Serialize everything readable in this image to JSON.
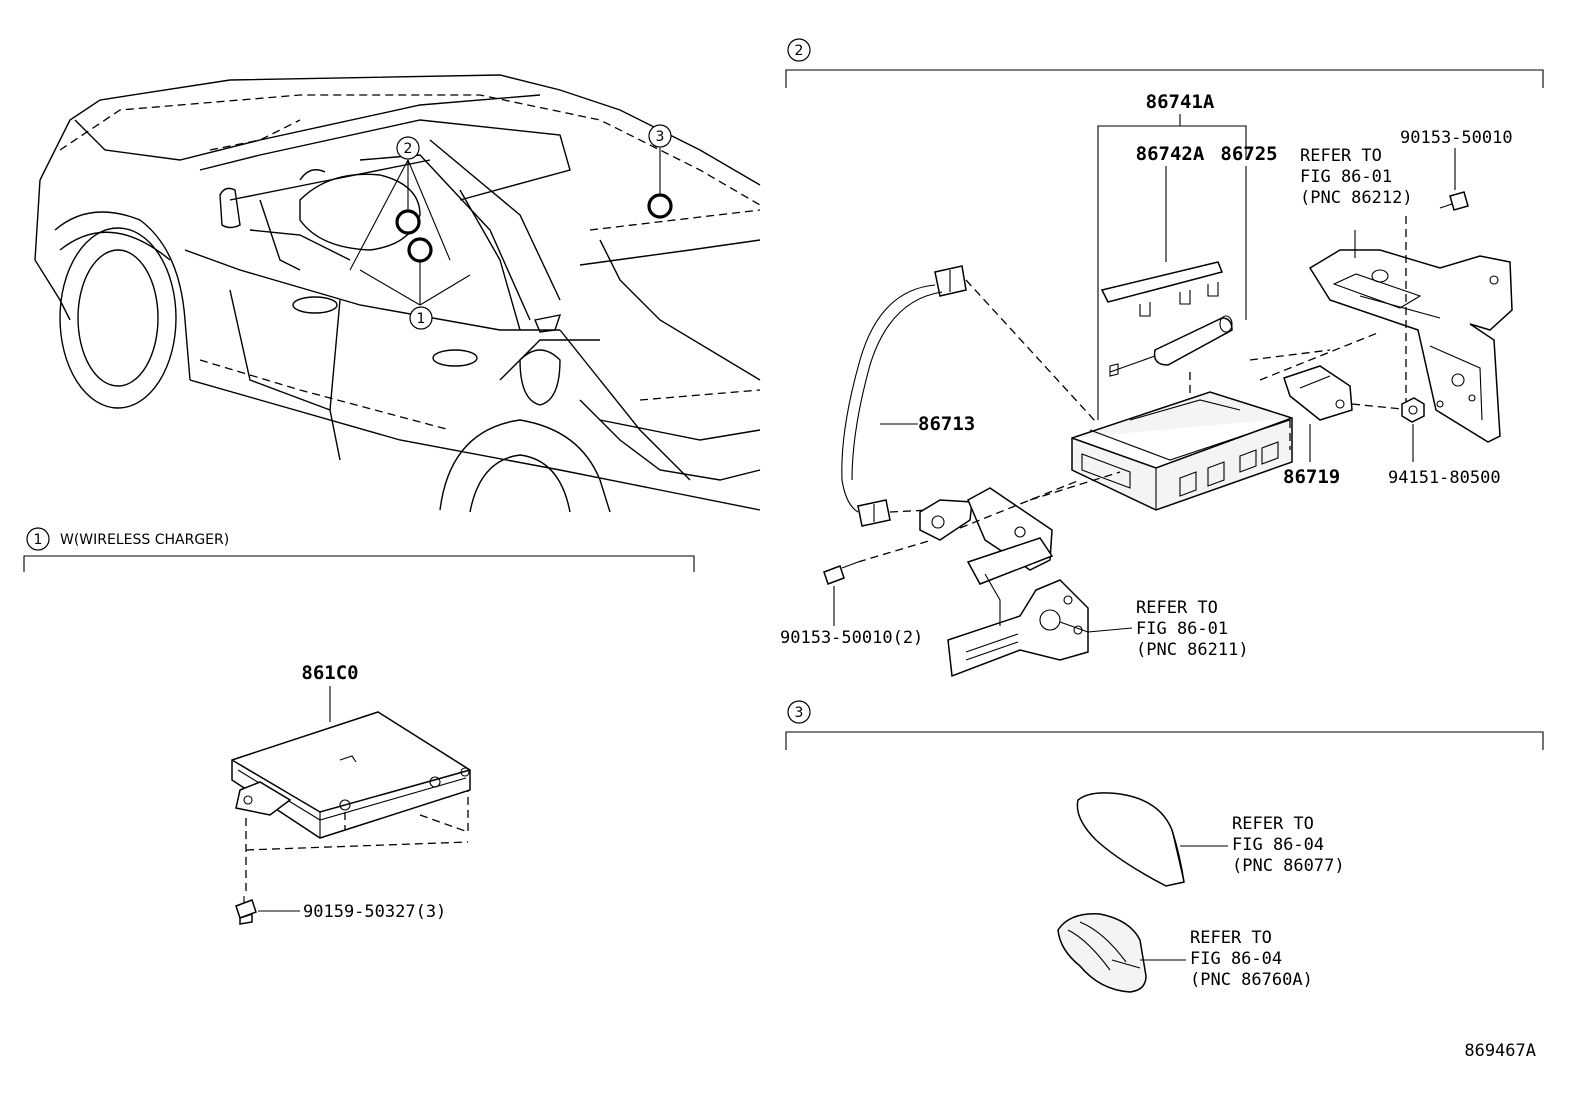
{
  "callouts": {
    "c1": "1",
    "c2": "2",
    "c3": "3"
  },
  "section1": {
    "number": "1",
    "title": "W(WIRELESS CHARGER)",
    "part_main": "861C0",
    "part_bolt": "90159-50327(3)"
  },
  "section2": {
    "number": "2",
    "part_assembly": "86741A",
    "part_cover": "86742A",
    "part_battery": "86725",
    "part_harness": "86713",
    "part_bracket_small": "86719",
    "part_bolt_top": "90153-50010",
    "part_nut": "94151-80500",
    "part_bolt_left": "90153-50010(2)",
    "refer_bracket_right": [
      "REFER TO",
      "FIG 86-01",
      "(PNC 86212)"
    ],
    "refer_bracket_left": [
      "REFER TO",
      "FIG 86-01",
      "(PNC 86211)"
    ]
  },
  "section3": {
    "number": "3",
    "refer_antenna_upper": [
      "REFER TO",
      "FIG 86-04",
      "(PNC 86077)"
    ],
    "refer_antenna_lower": [
      "REFER TO",
      "FIG 86-04",
      "(PNC 86760A)"
    ]
  },
  "figure_id": "869467A"
}
